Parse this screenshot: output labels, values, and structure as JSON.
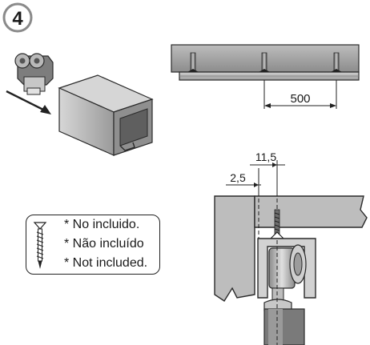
{
  "step": {
    "number": "4"
  },
  "dimensions": {
    "spacing": "500",
    "offset_outer": "11,5",
    "offset_inner": "2,5"
  },
  "note": {
    "lines": [
      "* No incluido.",
      "* Não incluído",
      "* Not included."
    ]
  },
  "colors": {
    "ink": "#1a1a1a",
    "steel_light": "#c9c9c9",
    "steel_mid": "#a3a3a3",
    "steel_dark": "#6e6e6e",
    "wall": "#b8b8b8"
  },
  "icons": [
    "screw-icon",
    "arrow-icon",
    "trolley-icon"
  ]
}
